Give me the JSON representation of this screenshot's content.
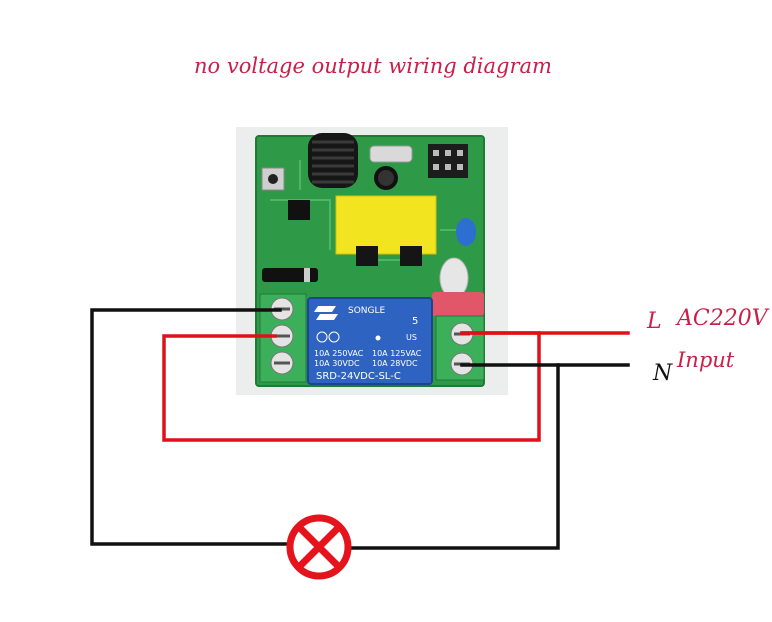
{
  "diagram": {
    "title": "no voltage output wiring diagram",
    "labels": {
      "live": "L",
      "voltage": "AC220V",
      "input": "Input",
      "neutral": "N"
    },
    "relay": {
      "brand": "SONGLE",
      "rating_1": "10A 250VAC",
      "rating_2": "10A 125VAC",
      "rating_3": "10A 30VDC",
      "rating_4": "10A 28VDC",
      "model": "SRD-24VDC-SL-C"
    },
    "colors": {
      "title": "#c8204a",
      "live_wire": "#e0101a",
      "neutral_wire": "#111111",
      "lamp": "#e5141c",
      "pcb": "#2e9a48",
      "terminal": "#3caf5a",
      "relay": "#2f63c2",
      "capacitor": "#f2e41e"
    },
    "icons": [
      "lamp-icon",
      "screw-terminal-icon",
      "relay-icon",
      "antenna-coil-icon"
    ]
  }
}
